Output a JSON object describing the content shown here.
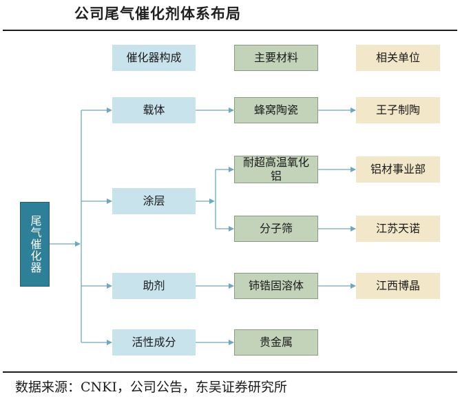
{
  "title": "公司尾气催化剂体系布局",
  "legend": {
    "components": "催化器构成",
    "materials": "主要材料",
    "companies": "相关单位"
  },
  "root": "尾气催化器",
  "components": {
    "carrier": "载体",
    "coating": "涂层",
    "promoter": "助剂",
    "active": "活性成分"
  },
  "materials": {
    "honeycomb": "蜂窝陶瓷",
    "alumina": "耐超高温氧化铝",
    "sieve": "分子筛",
    "solid_solution": "铈锆固溶体",
    "precious": "贵金属"
  },
  "companies": {
    "wangzi": "王子制陶",
    "lvcai": "铝材事业部",
    "jiangsu": "江苏天诺",
    "jiangxi": "江西博晶"
  },
  "footer": "数据来源：CNKI，公司公告，东吴证券研究所"
}
